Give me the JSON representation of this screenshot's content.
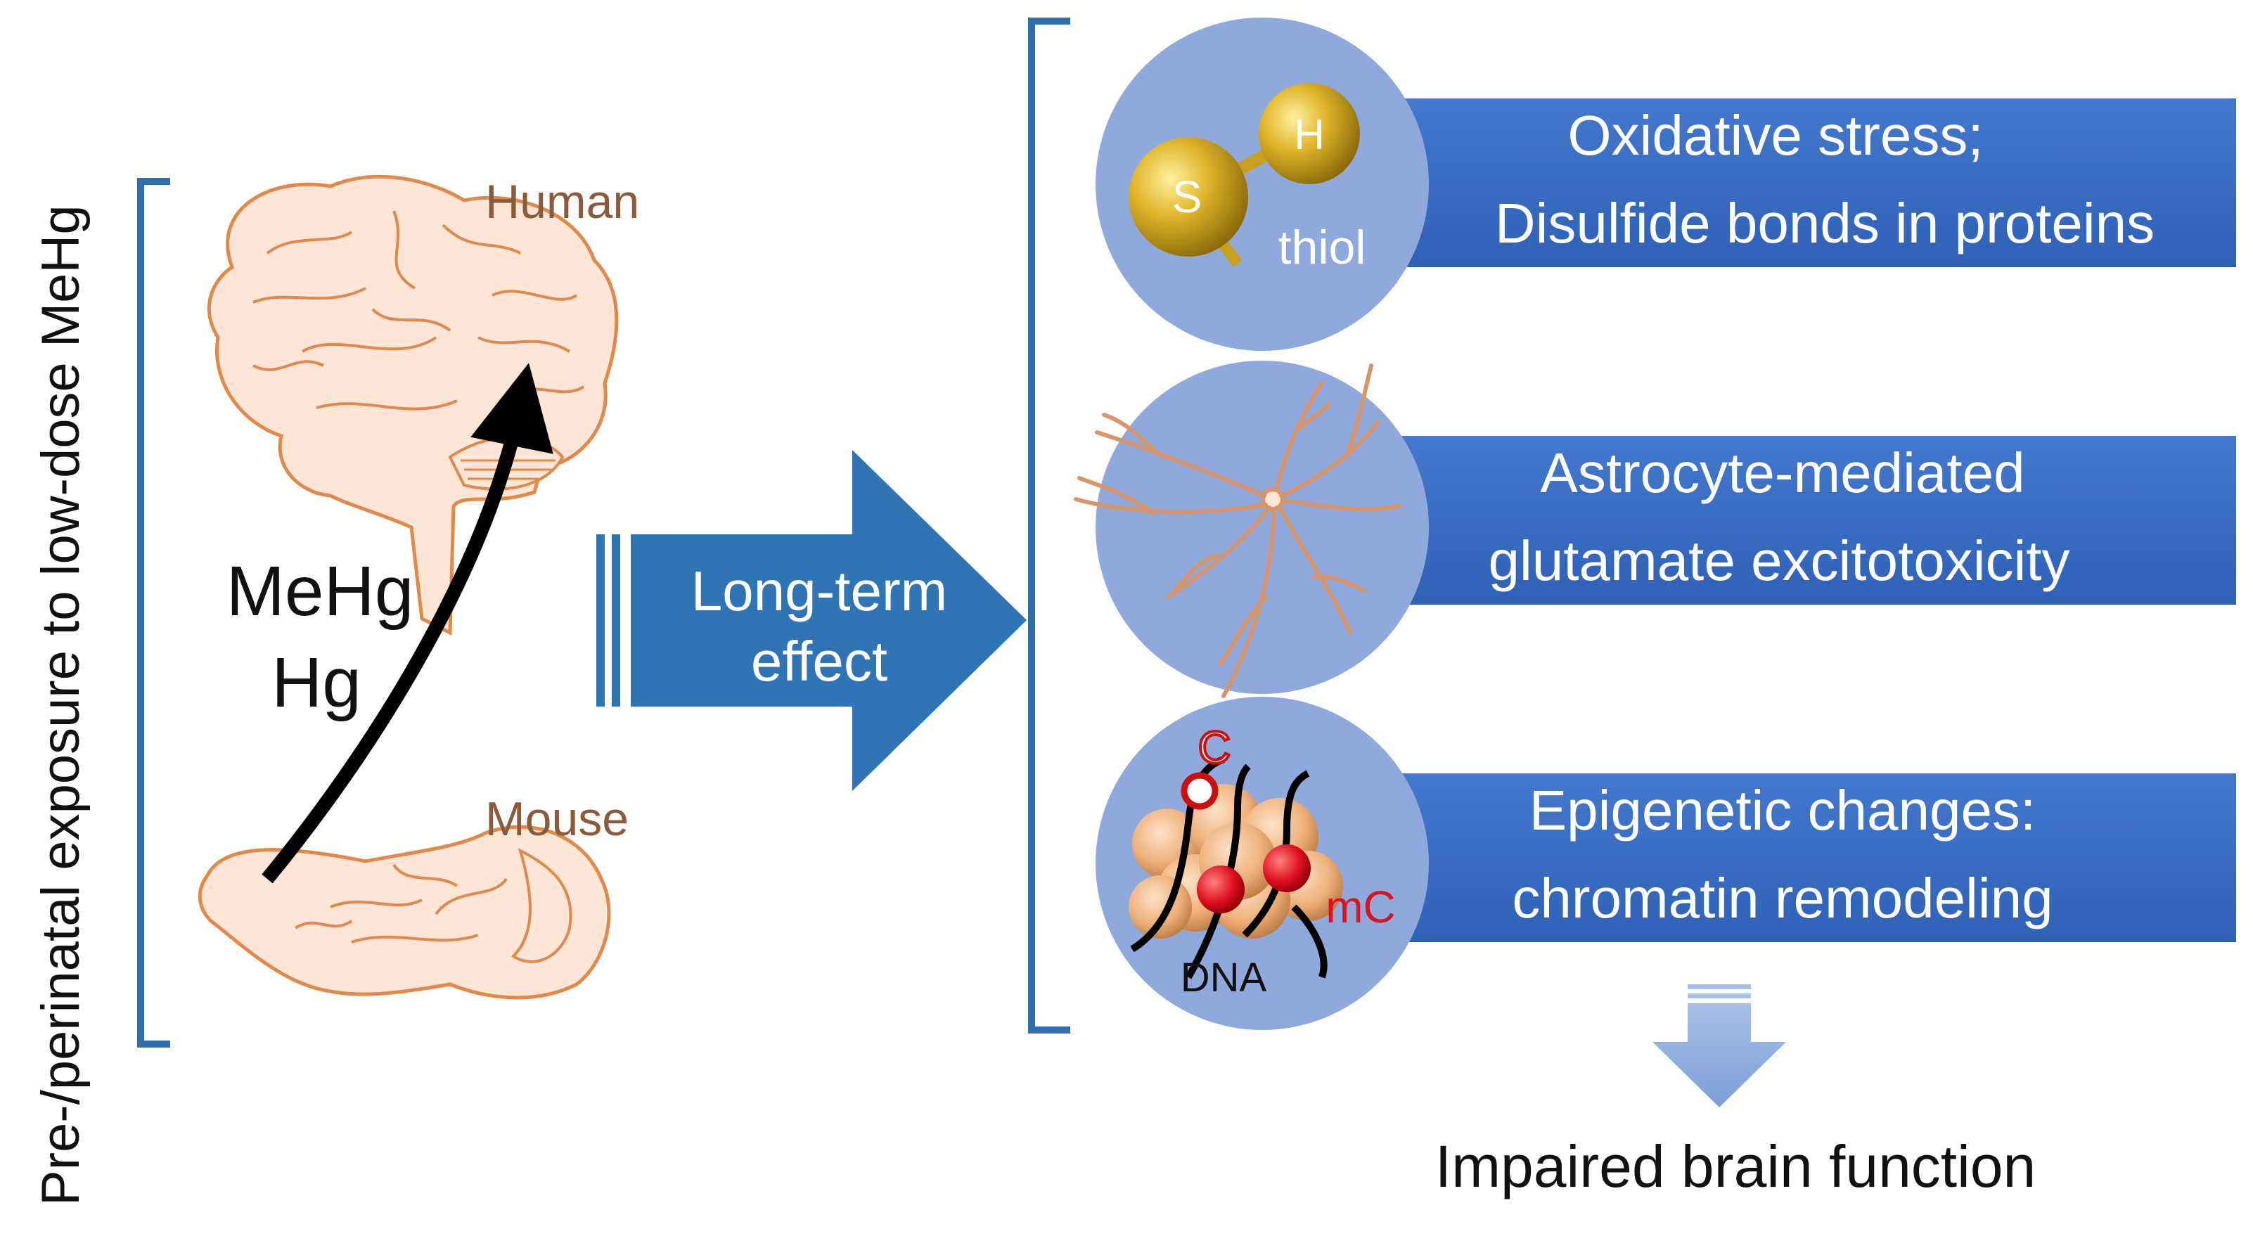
{
  "side_label": "Pre-/perinatal exposure to low-dose MeHg",
  "brains": {
    "human_label": "Human",
    "mouse_label": "Mouse",
    "arrow_label_line1": "MeHg",
    "arrow_label_line2": "Hg"
  },
  "long_term_arrow": {
    "line1": "Long-term",
    "line2": "effect"
  },
  "effects": [
    {
      "icon": "thiol-molecule-icon",
      "icon_labels": {
        "s": "S",
        "h": "H",
        "caption": "thiol"
      },
      "line1": "Oxidative stress;",
      "line2": "Disulfide bonds in proteins"
    },
    {
      "icon": "astrocyte-icon",
      "line1": "Astrocyte-mediated",
      "line2": "glutamate excitotoxicity"
    },
    {
      "icon": "chromatin-icon",
      "icon_labels": {
        "c": "C",
        "mc": "mC",
        "dna": "DNA"
      },
      "line1": "Epigenetic changes:",
      "line2": "chromatin remodeling"
    }
  ],
  "result": "Impaired brain function",
  "colors": {
    "band_blue": "#3a6fc4",
    "circle_blue": "#8fa9dc",
    "arrow_blue": "#2f74b5",
    "bracket_blue": "#2f6fb0",
    "brain_fill": "#fde6d6",
    "brain_stroke": "#e0894a",
    "gold": "#c8a020",
    "red": "#e01020"
  }
}
